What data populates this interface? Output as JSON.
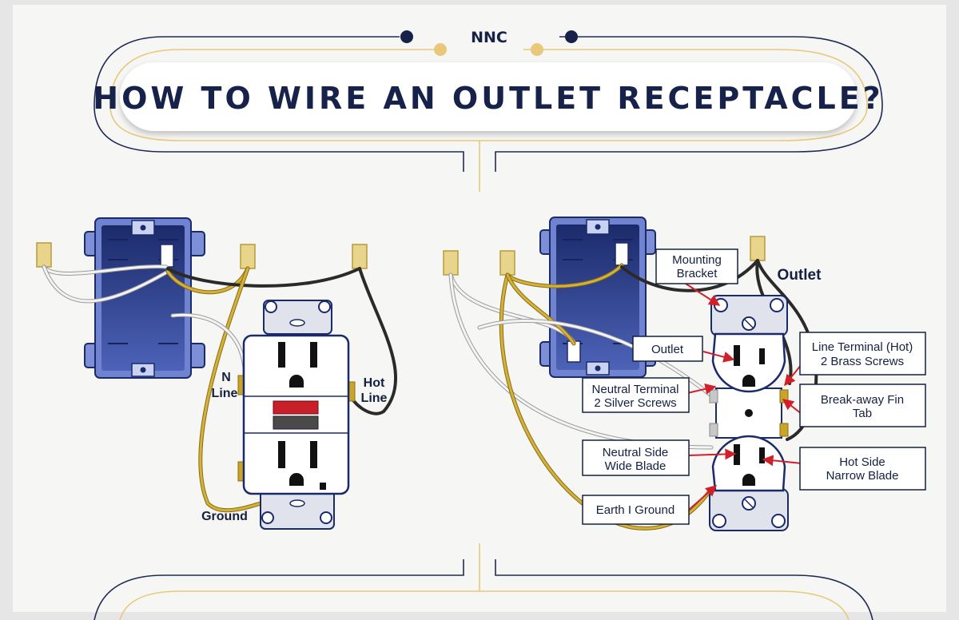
{
  "brand": "NNC",
  "title": "HOW TO WIRE AN OUTLET RECEPTACLE?",
  "left_diagram": {
    "n_line_1": "N",
    "n_line_2": "Line",
    "hot_line_1": "Hot",
    "hot_line_2": "Line",
    "ground": "Ground"
  },
  "right_diagram": {
    "outlet_heading": "Outlet",
    "mounting_bracket_1": "Mounting",
    "mounting_bracket_2": "Bracket",
    "outlet": "Outlet",
    "line_terminal_1": "Line Terminal (Hot)",
    "line_terminal_2": "2 Brass Screws",
    "neutral_terminal_1": "Neutral Terminal",
    "neutral_terminal_2": "2 Silver Screws",
    "breakaway_1": "Break-away Fin",
    "breakaway_2": "Tab",
    "neutral_side_1": "Neutral Side",
    "neutral_side_2": "Wide Blade",
    "hot_side_1": "Hot Side",
    "hot_side_2": "Narrow Blade",
    "earth_ground": "Earth I Ground"
  },
  "colors": {
    "navy": "#17224a",
    "gold": "#e8c97a",
    "box_blue": "#2c3e8a",
    "wire_gold": "#c9a42a",
    "wire_white": "#f2f2f2",
    "wire_black": "#3a3a3a",
    "callout_arrow": "#d0202a",
    "gfci_red": "#c8202a"
  }
}
